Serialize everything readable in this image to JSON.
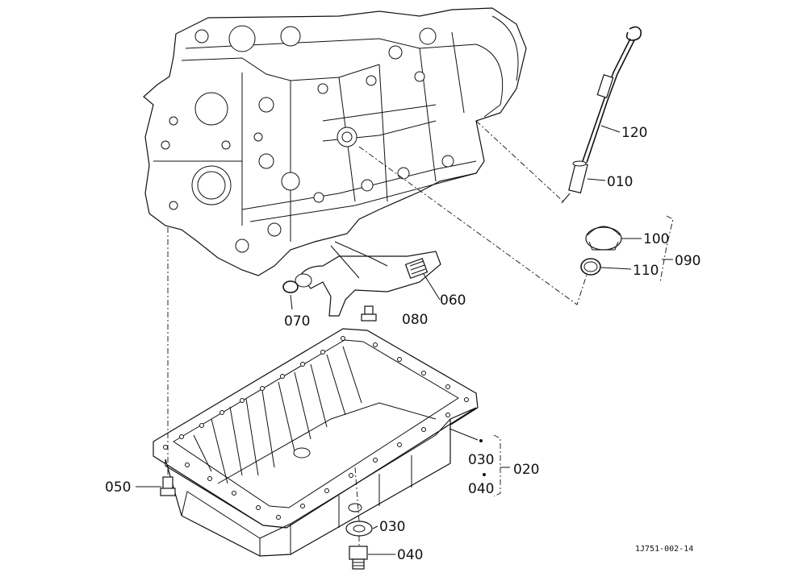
{
  "callouts": {
    "p010": "010",
    "p020": "020",
    "p030a": "030",
    "p030b": "030",
    "p040a": "040",
    "p040b": "040",
    "p050": "050",
    "p060": "060",
    "p070": "070",
    "p080": "080",
    "p090": "090",
    "p100": "100",
    "p110": "110",
    "p120": "120"
  },
  "reference_code": "1J751-002-14"
}
